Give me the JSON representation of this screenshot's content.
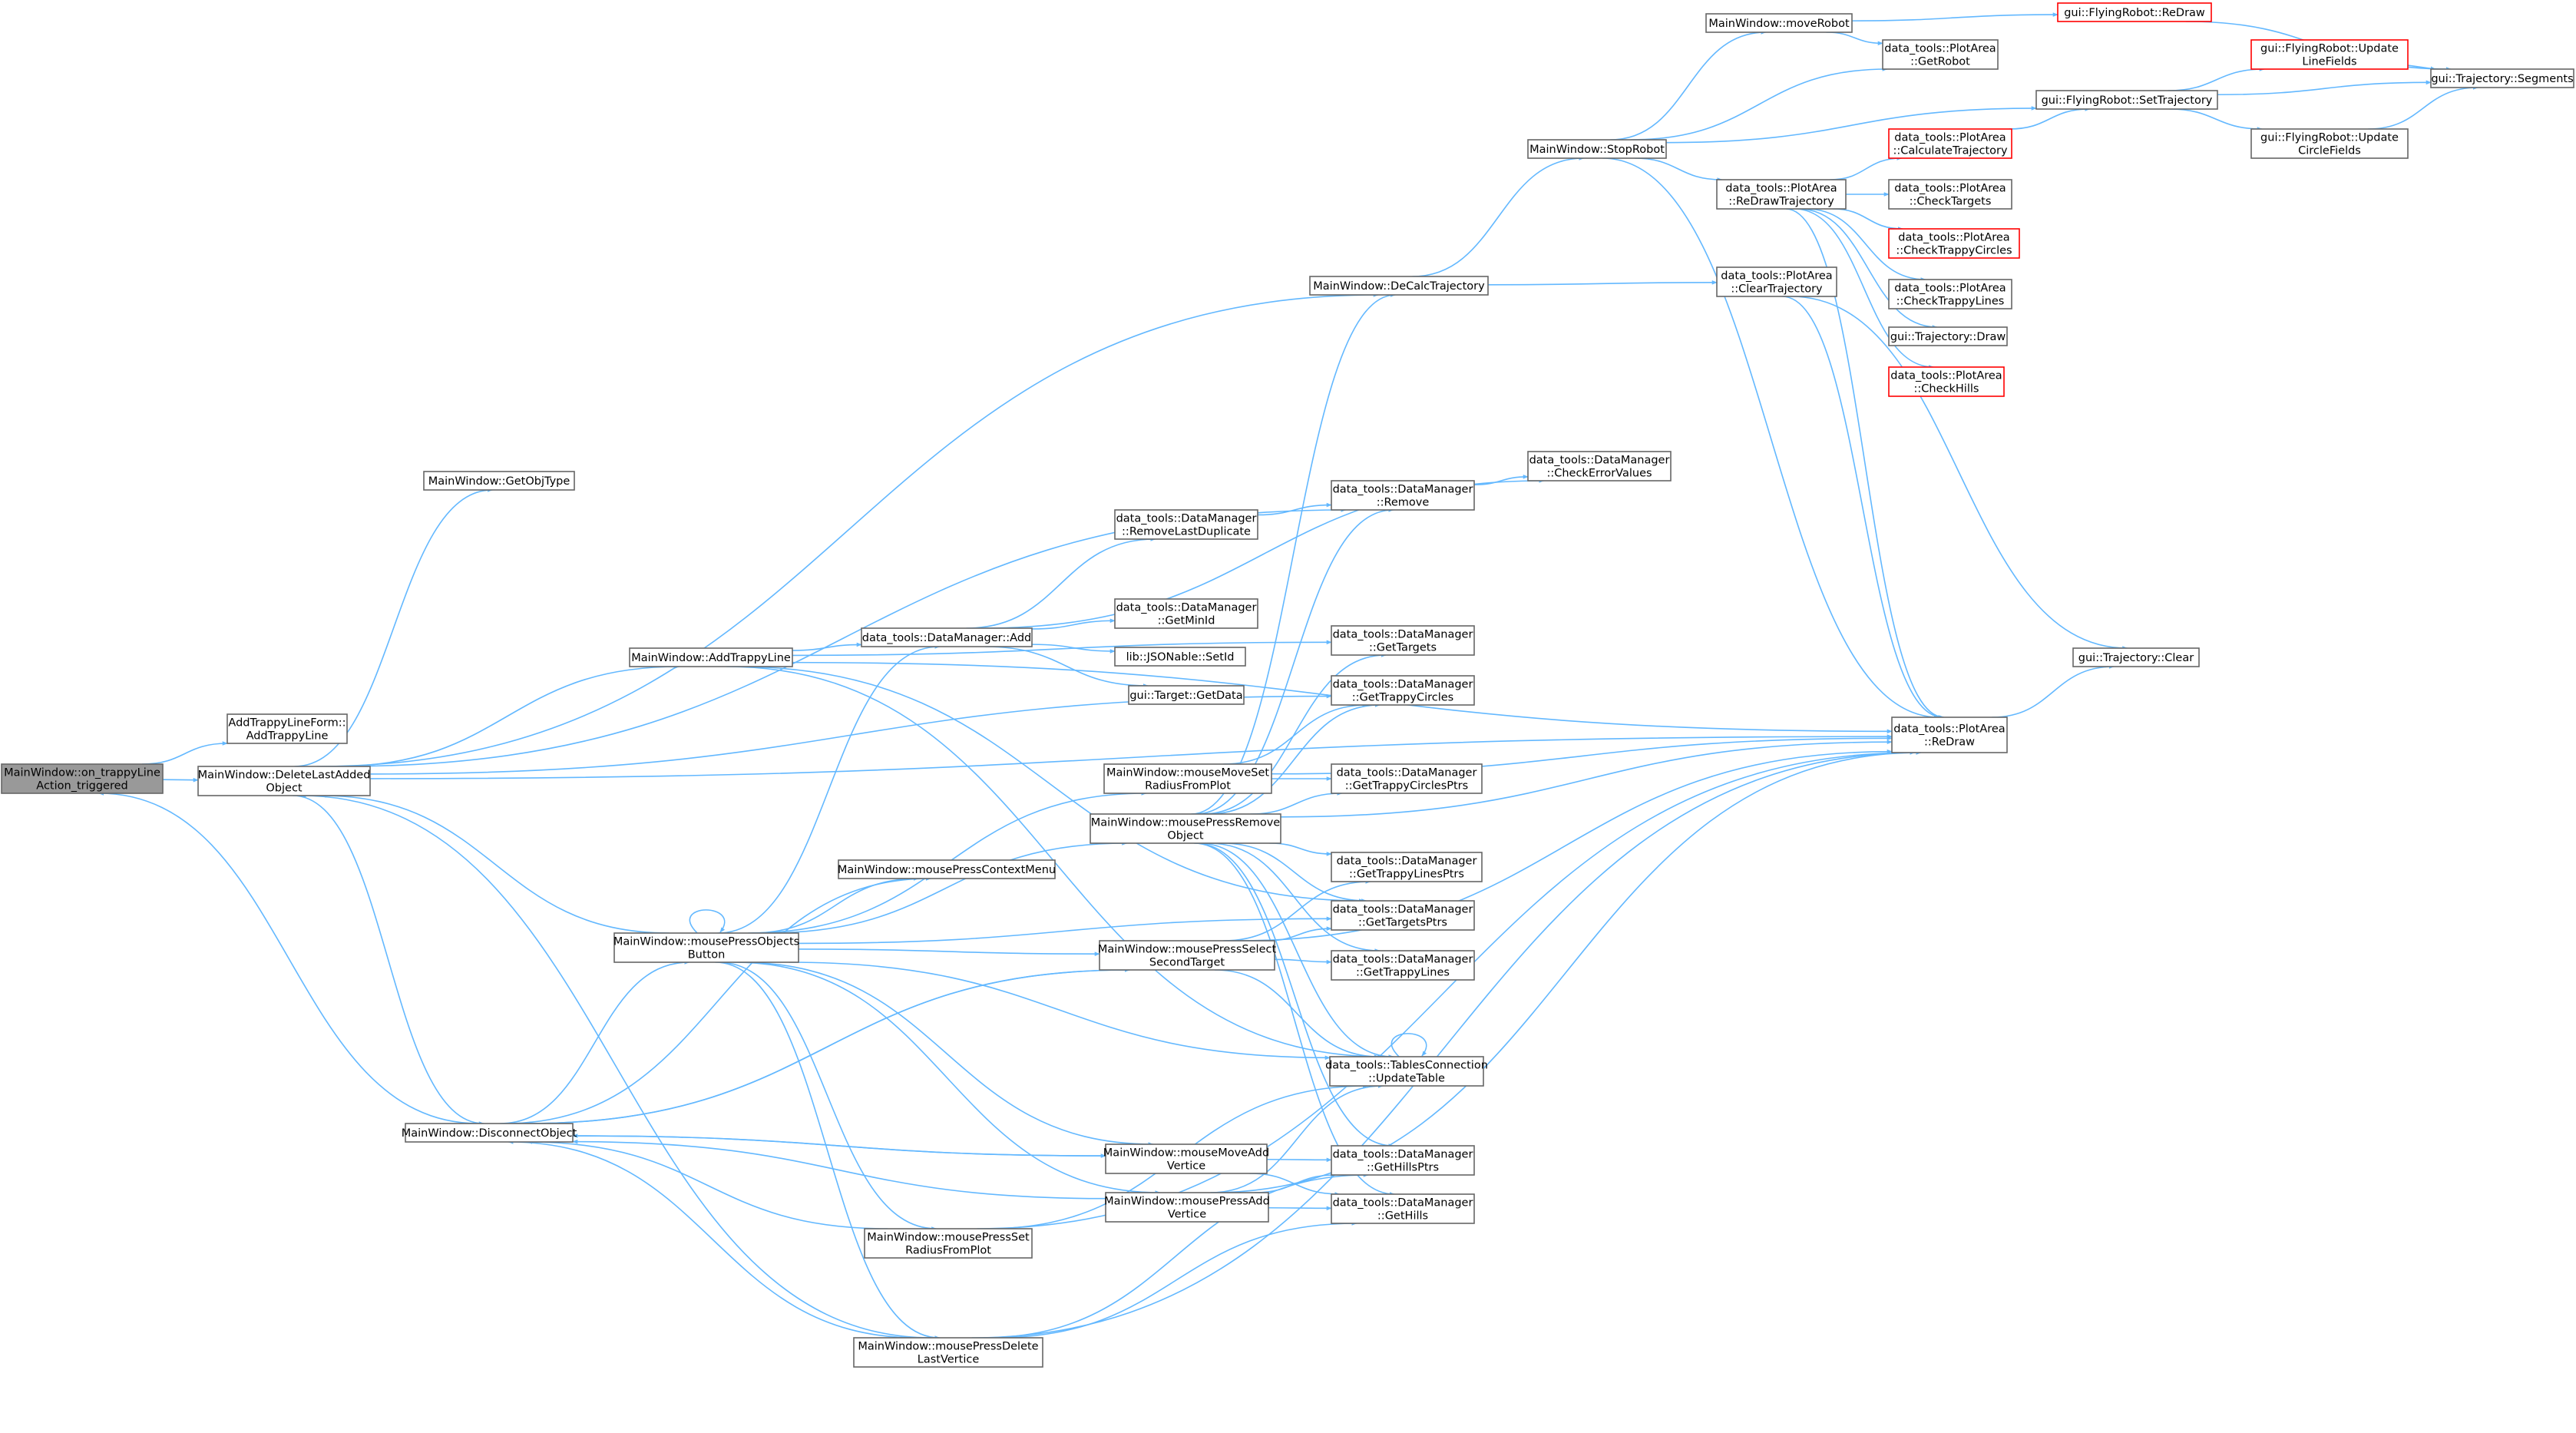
{
  "colors": {
    "edge": "#63b8ff",
    "node_border": "#666666",
    "highlight_border": "#ff0000",
    "root_fill": "#999999"
  },
  "nodes": [
    {
      "id": "root",
      "lines": [
        "MainWindow::on_trappyLine",
        "Action_triggered"
      ],
      "style": "root"
    },
    {
      "id": "addTrappyForm",
      "lines": [
        "AddTrappyLineForm::",
        "AddTrappyLine"
      ]
    },
    {
      "id": "deleteLast",
      "lines": [
        "MainWindow::DeleteLastAdded",
        "Object"
      ]
    },
    {
      "id": "getObjType",
      "lines": [
        "MainWindow::GetObjType"
      ]
    },
    {
      "id": "addTrappyLine",
      "lines": [
        "MainWindow::AddTrappyLine"
      ]
    },
    {
      "id": "disconnect",
      "lines": [
        "MainWindow::DisconnectObject"
      ]
    },
    {
      "id": "pressObjects",
      "lines": [
        "MainWindow::mousePressObjects",
        "Button"
      ]
    },
    {
      "id": "dmAdd",
      "lines": [
        "data_tools::DataManager::Add"
      ]
    },
    {
      "id": "pressContext",
      "lines": [
        "MainWindow::mousePressContextMenu"
      ]
    },
    {
      "id": "moveSetRadius",
      "lines": [
        "MainWindow::mouseMoveSet",
        "RadiusFromPlot"
      ]
    },
    {
      "id": "pressRemove",
      "lines": [
        "MainWindow::mousePressRemove",
        "Object"
      ]
    },
    {
      "id": "pressSelect",
      "lines": [
        "MainWindow::mousePressSelect",
        "SecondTarget"
      ]
    },
    {
      "id": "moveAddVert",
      "lines": [
        "MainWindow::mouseMoveAdd",
        "Vertice"
      ]
    },
    {
      "id": "pressAddVert",
      "lines": [
        "MainWindow::mousePressAdd",
        "Vertice"
      ]
    },
    {
      "id": "pressSetRadius",
      "lines": [
        "MainWindow::mousePressSet",
        "RadiusFromPlot"
      ]
    },
    {
      "id": "pressDelVert",
      "lines": [
        "MainWindow::mousePressDelete",
        "LastVertice"
      ]
    },
    {
      "id": "deCalc",
      "lines": [
        "MainWindow::DeCalcTrajectory"
      ]
    },
    {
      "id": "dmRemoveLastDup",
      "lines": [
        "data_tools::DataManager",
        "::RemoveLastDuplicate"
      ]
    },
    {
      "id": "dmGetMinId",
      "lines": [
        "data_tools::DataManager",
        "::GetMinId"
      ]
    },
    {
      "id": "jsonSetId",
      "lines": [
        "lib::JSONable::SetId"
      ]
    },
    {
      "id": "targetGetData",
      "lines": [
        "gui::Target::GetData"
      ]
    },
    {
      "id": "dmRemove",
      "lines": [
        "data_tools::DataManager",
        "::Remove"
      ]
    },
    {
      "id": "dmCheckErr",
      "lines": [
        "data_tools::DataManager",
        "::CheckErrorValues"
      ]
    },
    {
      "id": "dmGetTargets",
      "lines": [
        "data_tools::DataManager",
        "::GetTargets"
      ]
    },
    {
      "id": "dmGetTrappyCircles",
      "lines": [
        "data_tools::DataManager",
        "::GetTrappyCircles"
      ]
    },
    {
      "id": "dmGetTrappyCirclesPtrs",
      "lines": [
        "data_tools::DataManager",
        "::GetTrappyCirclesPtrs"
      ]
    },
    {
      "id": "dmGetTrappyLinesPtrs",
      "lines": [
        "data_tools::DataManager",
        "::GetTrappyLinesPtrs"
      ]
    },
    {
      "id": "dmGetTargetsPtrs",
      "lines": [
        "data_tools::DataManager",
        "::GetTargetsPtrs"
      ]
    },
    {
      "id": "dmGetTrappyLines",
      "lines": [
        "data_tools::DataManager",
        "::GetTrappyLines"
      ]
    },
    {
      "id": "tcUpdate",
      "lines": [
        "data_tools::TablesConnection",
        "::UpdateTable"
      ]
    },
    {
      "id": "dmGetHillsPtrs",
      "lines": [
        "data_tools::DataManager",
        "::GetHillsPtrs"
      ]
    },
    {
      "id": "dmGetHills",
      "lines": [
        "data_tools::DataManager",
        "::GetHills"
      ]
    },
    {
      "id": "stopRobot",
      "lines": [
        "MainWindow::StopRobot"
      ]
    },
    {
      "id": "moveRobot",
      "lines": [
        "MainWindow::moveRobot"
      ]
    },
    {
      "id": "paGetRobot",
      "lines": [
        "data_tools::PlotArea",
        "::GetRobot"
      ]
    },
    {
      "id": "paReDrawTraj",
      "lines": [
        "data_tools::PlotArea",
        "::ReDrawTrajectory"
      ]
    },
    {
      "id": "paClearTraj",
      "lines": [
        "data_tools::PlotArea",
        "::ClearTrajectory"
      ]
    },
    {
      "id": "paCalcTraj",
      "lines": [
        "data_tools::PlotArea",
        "::CalculateTrajectory"
      ],
      "style": "red"
    },
    {
      "id": "paCheckTargets",
      "lines": [
        "data_tools::PlotArea",
        "::CheckTargets"
      ]
    },
    {
      "id": "paCheckTrappyCircles",
      "lines": [
        "data_tools::PlotArea",
        "::CheckTrappyCircles"
      ],
      "style": "red"
    },
    {
      "id": "paCheckTrappyLines",
      "lines": [
        "data_tools::PlotArea",
        "::CheckTrappyLines"
      ]
    },
    {
      "id": "trajDraw",
      "lines": [
        "gui::Trajectory::Draw"
      ]
    },
    {
      "id": "paCheckHills",
      "lines": [
        "data_tools::PlotArea",
        "::CheckHills"
      ],
      "style": "red"
    },
    {
      "id": "paReDraw",
      "lines": [
        "data_tools::PlotArea",
        "::ReDraw"
      ]
    },
    {
      "id": "frReDraw",
      "lines": [
        "gui::FlyingRobot::ReDraw"
      ],
      "style": "red"
    },
    {
      "id": "frSetTraj",
      "lines": [
        "gui::FlyingRobot::SetTrajectory"
      ]
    },
    {
      "id": "frUpdLine",
      "lines": [
        "gui::FlyingRobot::Update",
        "LineFields"
      ],
      "style": "red"
    },
    {
      "id": "frUpdCircle",
      "lines": [
        "gui::FlyingRobot::Update",
        "CircleFields"
      ]
    },
    {
      "id": "trajSegments",
      "lines": [
        "gui::Trajectory::Segments"
      ]
    },
    {
      "id": "trajClear",
      "lines": [
        "gui::Trajectory::Clear"
      ]
    }
  ],
  "edges": [
    [
      "root",
      "addTrappyForm"
    ],
    [
      "root",
      "deleteLast"
    ],
    [
      "deleteLast",
      "getObjType"
    ],
    [
      "deleteLast",
      "disconnect"
    ],
    [
      "deleteLast",
      "deCalc"
    ],
    [
      "deleteLast",
      "dmRemove"
    ],
    [
      "deleteLast",
      "dmGetTrappyCircles"
    ],
    [
      "deleteLast",
      "paReDraw"
    ],
    [
      "deleteLast",
      "addTrappyLine"
    ],
    [
      "addTrappyLine",
      "dmAdd"
    ],
    [
      "addTrappyLine",
      "dmGetTargets"
    ],
    [
      "addTrappyLine",
      "dmGetTargetsPtrs"
    ],
    [
      "addTrappyLine",
      "tcUpdate"
    ],
    [
      "addTrappyLine",
      "paReDraw"
    ],
    [
      "dmAdd",
      "dmRemoveLastDup"
    ],
    [
      "dmAdd",
      "dmGetMinId"
    ],
    [
      "dmAdd",
      "jsonSetId"
    ],
    [
      "dmAdd",
      "targetGetData"
    ],
    [
      "dmAdd",
      "dmCheckErr"
    ],
    [
      "dmRemoveLastDup",
      "dmRemove"
    ],
    [
      "dmRemove",
      "dmCheckErr"
    ],
    [
      "disconnect",
      "pressObjects"
    ],
    [
      "disconnect",
      "pressContext"
    ],
    [
      "disconnect",
      "pressSelect"
    ],
    [
      "disconnect",
      "moveAddVert"
    ],
    [
      "pressObjects",
      "pressObjects"
    ],
    [
      "pressObjects",
      "pressContext"
    ],
    [
      "pressObjects",
      "dmAdd"
    ],
    [
      "pressObjects",
      "moveSetRadius"
    ],
    [
      "pressObjects",
      "pressRemove"
    ],
    [
      "pressObjects",
      "pressSelect"
    ],
    [
      "pressObjects",
      "moveAddVert"
    ],
    [
      "pressObjects",
      "pressAddVert"
    ],
    [
      "pressObjects",
      "pressSetRadius"
    ],
    [
      "pressObjects",
      "pressDelVert"
    ],
    [
      "pressObjects",
      "tcUpdate"
    ],
    [
      "pressObjects",
      "dmGetTargetsPtrs"
    ],
    [
      "pressObjects",
      "deleteLast"
    ],
    [
      "moveSetRadius",
      "dmGetTrappyCircles"
    ],
    [
      "moveSetRadius",
      "dmGetTrappyCirclesPtrs"
    ],
    [
      "moveSetRadius",
      "paReDraw"
    ],
    [
      "pressRemove",
      "deCalc"
    ],
    [
      "pressRemove",
      "dmRemove"
    ],
    [
      "pressRemove",
      "dmGetTargets"
    ],
    [
      "pressRemove",
      "dmGetTrappyCircles"
    ],
    [
      "pressRemove",
      "dmGetTrappyCirclesPtrs"
    ],
    [
      "pressRemove",
      "dmGetTrappyLinesPtrs"
    ],
    [
      "pressRemove",
      "dmGetTargetsPtrs"
    ],
    [
      "pressRemove",
      "dmGetTrappyLines"
    ],
    [
      "pressRemove",
      "tcUpdate"
    ],
    [
      "pressRemove",
      "dmGetHillsPtrs"
    ],
    [
      "pressRemove",
      "dmGetHills"
    ],
    [
      "pressRemove",
      "paReDraw"
    ],
    [
      "pressSelect",
      "dmGetTargetsPtrs"
    ],
    [
      "pressSelect",
      "dmGetTrappyLines"
    ],
    [
      "pressSelect",
      "dmGetTrappyLinesPtrs"
    ],
    [
      "pressSelect",
      "tcUpdate"
    ],
    [
      "pressSelect",
      "paReDraw"
    ],
    [
      "pressSelect",
      "disconnect"
    ],
    [
      "moveAddVert",
      "dmGetHillsPtrs"
    ],
    [
      "moveAddVert",
      "dmGetHills"
    ],
    [
      "moveAddVert",
      "disconnect"
    ],
    [
      "pressAddVert",
      "dmGetHillsPtrs"
    ],
    [
      "pressAddVert",
      "dmGetHills"
    ],
    [
      "pressAddVert",
      "tcUpdate"
    ],
    [
      "pressAddVert",
      "paReDraw"
    ],
    [
      "pressAddVert",
      "disconnect"
    ],
    [
      "pressSetRadius",
      "tcUpdate"
    ],
    [
      "pressSetRadius",
      "paReDraw"
    ],
    [
      "pressSetRadius",
      "disconnect"
    ],
    [
      "pressDelVert",
      "dmGetHillsPtrs"
    ],
    [
      "pressDelVert",
      "dmGetHills"
    ],
    [
      "pressDelVert",
      "paReDraw"
    ],
    [
      "pressDelVert",
      "disconnect"
    ],
    [
      "pressDelVert",
      "deleteLast"
    ],
    [
      "tcUpdate",
      "tcUpdate"
    ],
    [
      "deCalc",
      "stopRobot"
    ],
    [
      "deCalc",
      "paClearTraj"
    ],
    [
      "stopRobot",
      "moveRobot"
    ],
    [
      "stopRobot",
      "paGetRobot"
    ],
    [
      "stopRobot",
      "frSetTraj"
    ],
    [
      "stopRobot",
      "paReDrawTraj"
    ],
    [
      "stopRobot",
      "paReDraw"
    ],
    [
      "moveRobot",
      "frReDraw"
    ],
    [
      "moveRobot",
      "paGetRobot"
    ],
    [
      "frReDraw",
      "trajSegments"
    ],
    [
      "frSetTraj",
      "frUpdLine"
    ],
    [
      "frSetTraj",
      "frUpdCircle"
    ],
    [
      "frSetTraj",
      "trajSegments"
    ],
    [
      "frUpdLine",
      "trajSegments"
    ],
    [
      "frUpdCircle",
      "trajSegments"
    ],
    [
      "paReDrawTraj",
      "paCalcTraj"
    ],
    [
      "paReDrawTraj",
      "paCheckTargets"
    ],
    [
      "paReDrawTraj",
      "paCheckTrappyCircles"
    ],
    [
      "paReDrawTraj",
      "paCheckTrappyLines"
    ],
    [
      "paReDrawTraj",
      "trajDraw"
    ],
    [
      "paReDrawTraj",
      "paCheckHills"
    ],
    [
      "paReDrawTraj",
      "paReDraw"
    ],
    [
      "paCalcTraj",
      "frSetTraj"
    ],
    [
      "paClearTraj",
      "trajClear"
    ],
    [
      "paClearTraj",
      "paReDraw"
    ],
    [
      "paReDraw",
      "trajClear"
    ],
    [
      "disconnect",
      "root"
    ]
  ]
}
